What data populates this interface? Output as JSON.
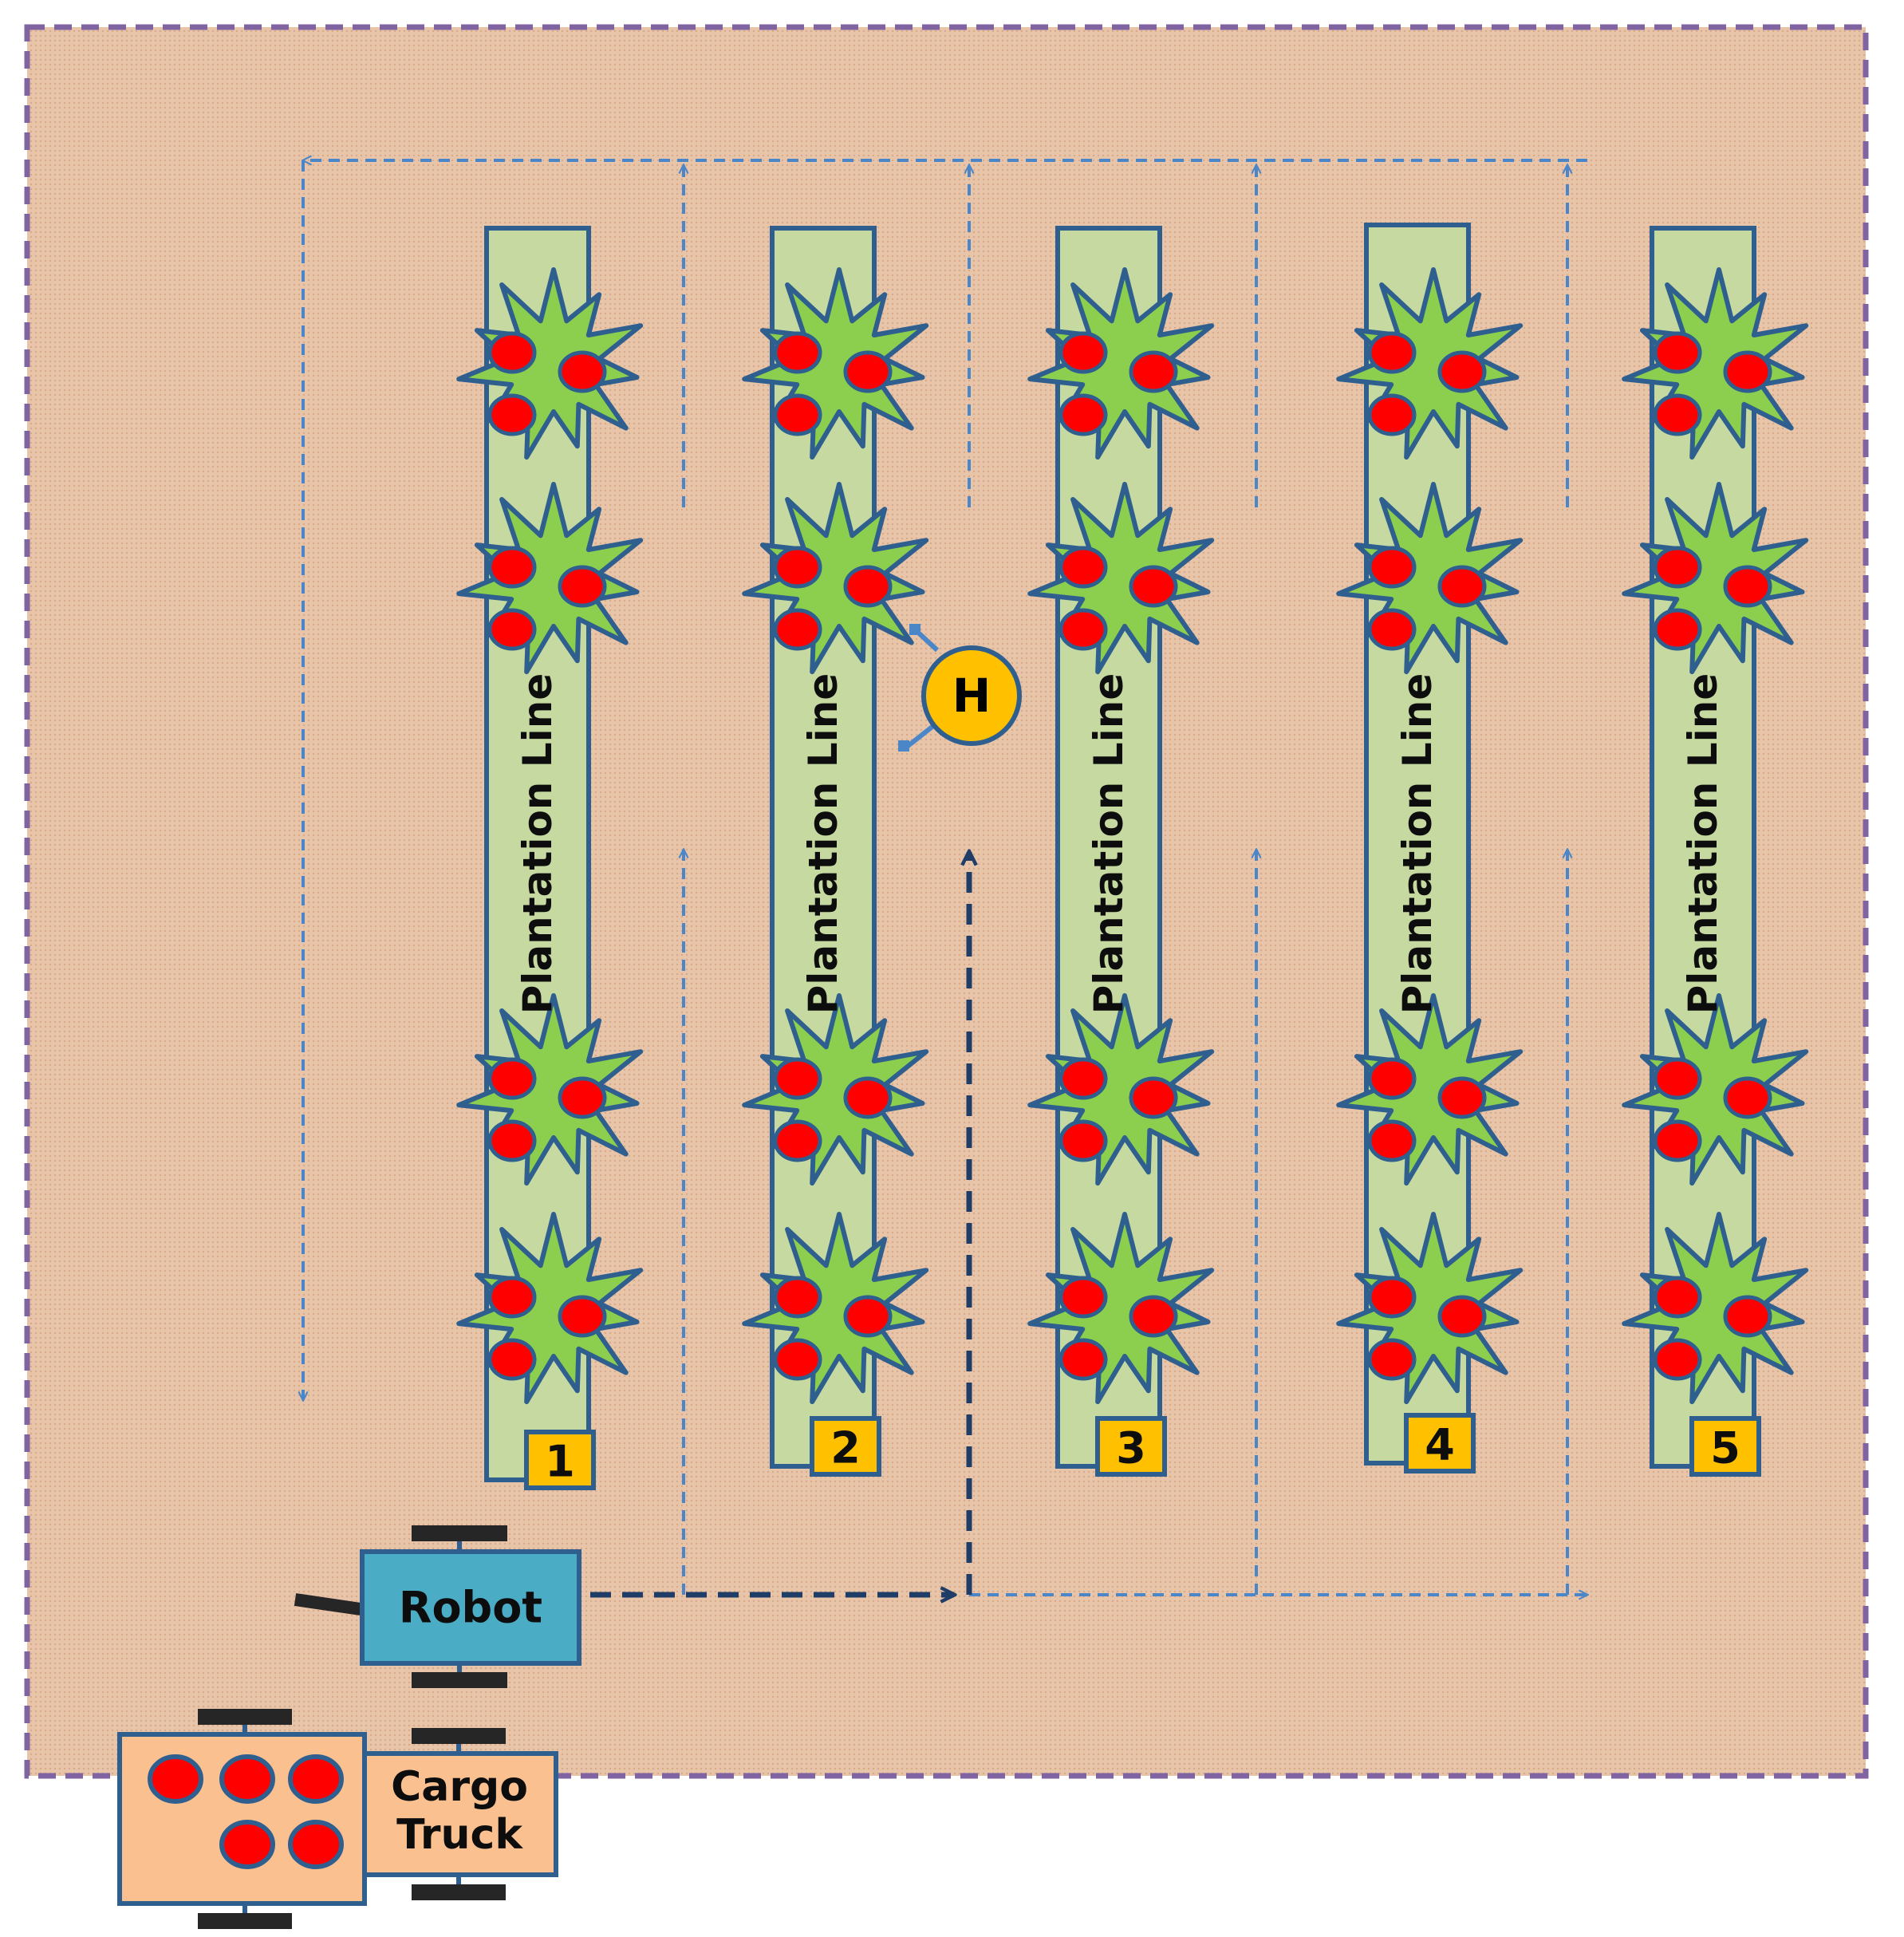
{
  "colors": {
    "field_fill": "#e8c4a8",
    "field_border": "#8064a2",
    "row_fill": "#c5d9a0",
    "outline": "#2f5f8f",
    "plant_fill": "#8ccf4e",
    "fruit": "#ff0000",
    "path_light": "#4a86c8",
    "path_dark": "#1f3d66",
    "badge": "#ffc000",
    "robot_fill": "#4bacc6",
    "truck_fill": "#fac090",
    "wheel": "#262626"
  },
  "rows": [
    {
      "label": "Plantation Line",
      "number": "1"
    },
    {
      "label": "Plantation Line",
      "number": "2"
    },
    {
      "label": "Plantation Line",
      "number": "3"
    },
    {
      "label": "Plantation Line",
      "number": "4"
    },
    {
      "label": "Plantation Line",
      "number": "5"
    }
  ],
  "plants_per_row": 4,
  "fruits_per_plant": 3,
  "robot": {
    "label": "Robot"
  },
  "human_marker": {
    "label": "H",
    "icon": "human-icon"
  },
  "cargo_truck": {
    "line1": "Cargo",
    "line2": "Truck",
    "fruit_count": 5
  }
}
